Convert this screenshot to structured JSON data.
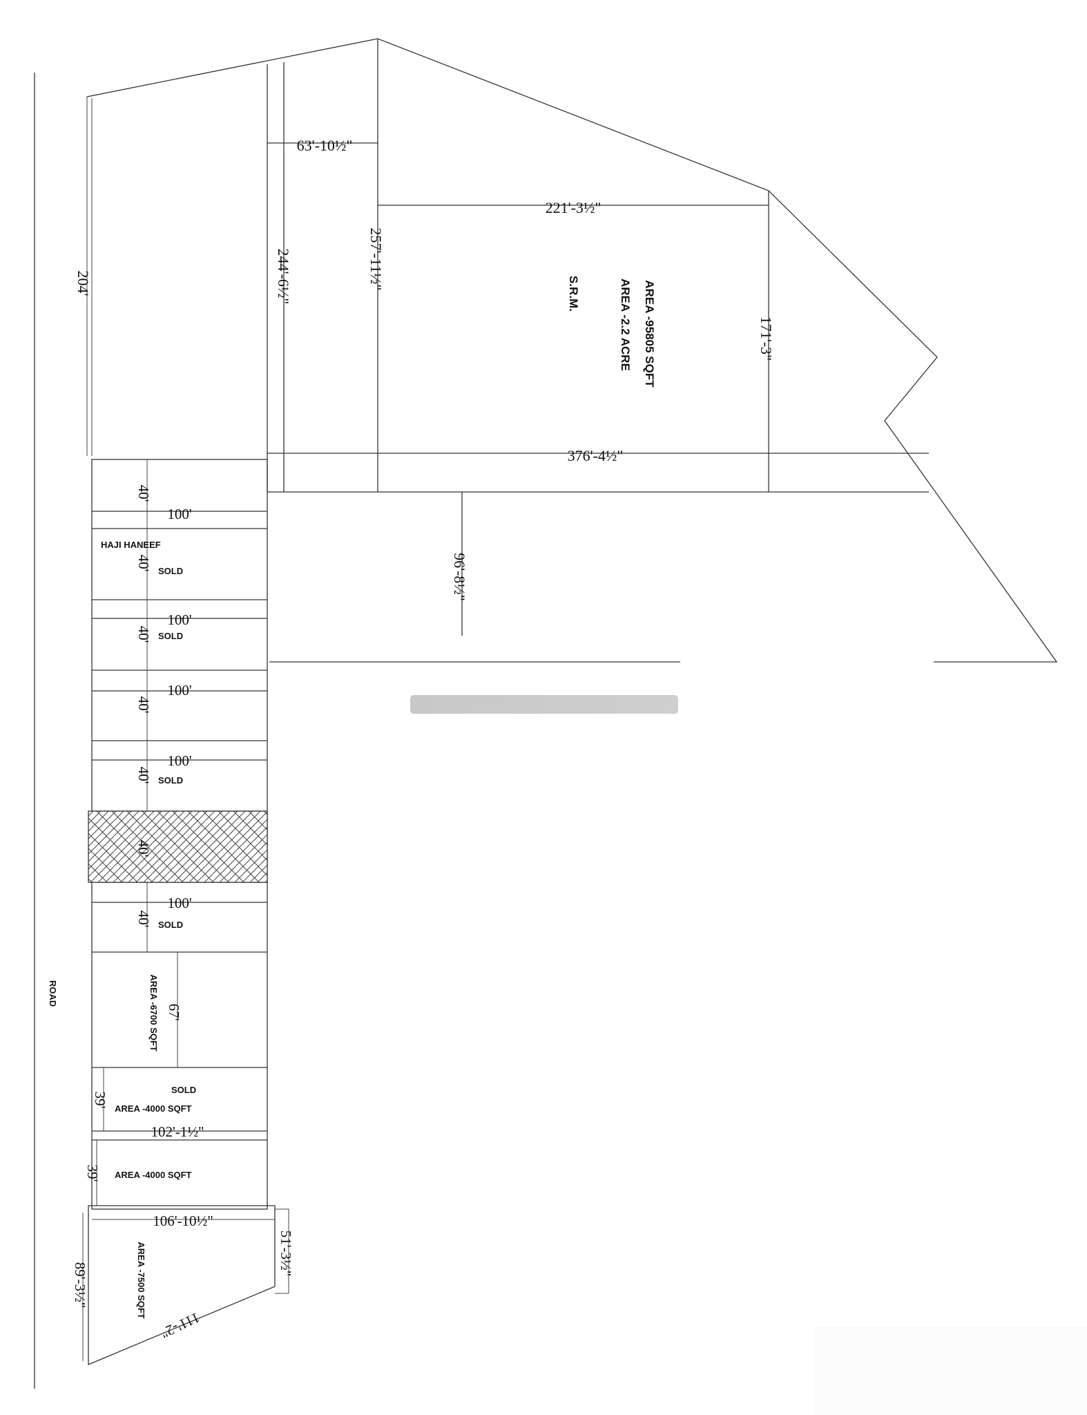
{
  "main": {
    "width_63": "63'-10½\"",
    "width_221": "221'-3½\"",
    "width_376": "376'-4½\"",
    "len_204": "204'",
    "len_244": "244'-6½\"",
    "len_257": "257'-11½\"",
    "len_171": "171'-3\"",
    "len_96": "96'-8½\"",
    "srm": "S.R.M.",
    "area_sqft": "AREA -95805 SQFT",
    "area_acre": "AREA -2.2 ACRE"
  },
  "plots": {
    "len_40": "40'",
    "len_100": "100'",
    "sold": "SOLD",
    "haji": "HAJI HANEEF"
  },
  "bottom": {
    "len_67": "67'",
    "area_6700": "AREA -6700 SQFT",
    "sold": "SOLD",
    "len_39": "39'",
    "area_4000": "AREA -4000 SQFT",
    "len_102": "102'-1½\"",
    "len_106": "106'-10½\"",
    "len_51": "51'-3½\"",
    "len_89": "89'-3½\"",
    "len_111": "111'-2\"",
    "area_7500": "AREA -7500 SQFT"
  },
  "road": "ROAD"
}
